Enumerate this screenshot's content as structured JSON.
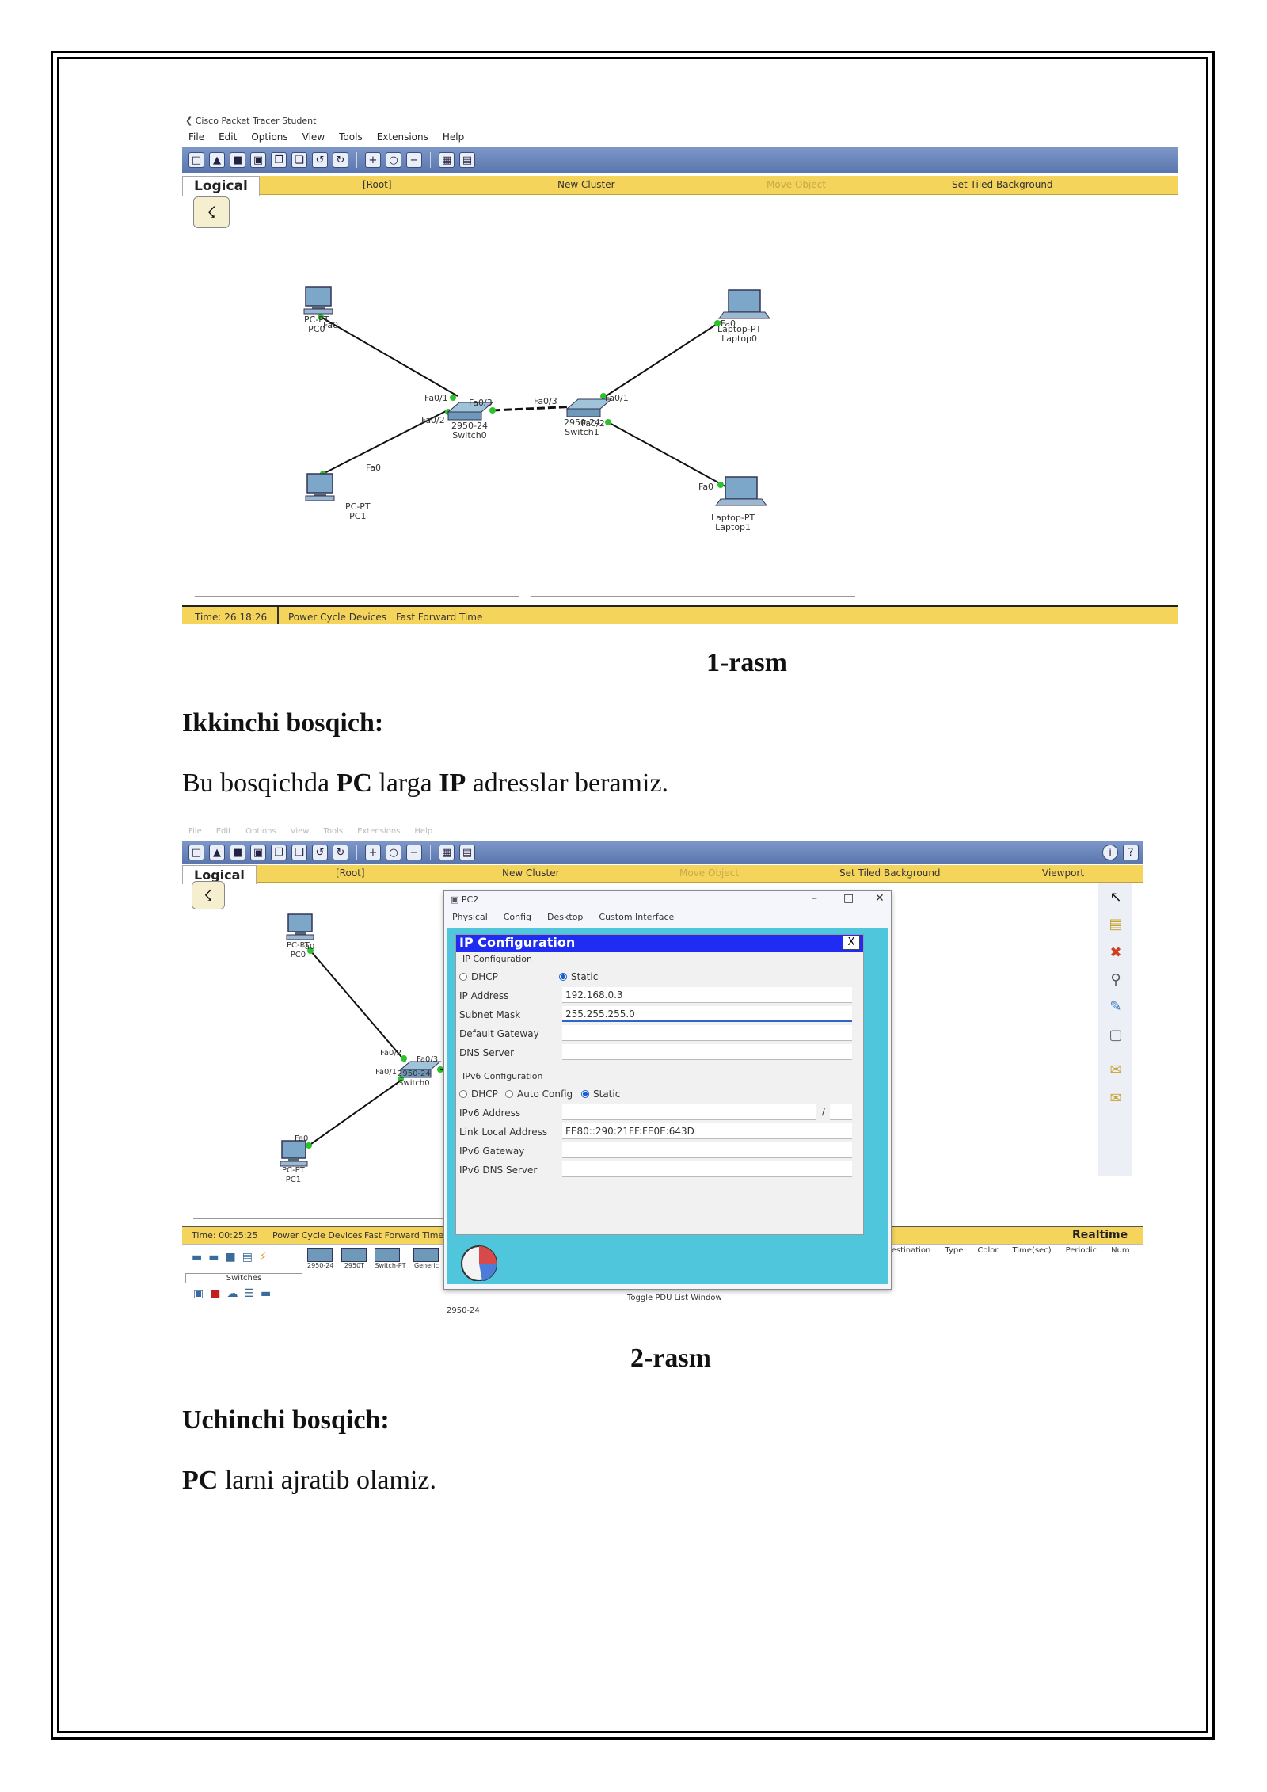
{
  "shot1": {
    "app_title": "Cisco Packet Tracer Student",
    "menu": [
      "File",
      "Edit",
      "Options",
      "View",
      "Tools",
      "Extensions",
      "Help"
    ],
    "tab_logical": "Logical",
    "bar": {
      "root": "[Root]",
      "new_cluster": "New Cluster",
      "move_object": "Move Object",
      "set_bg": "Set Tiled Background"
    },
    "devices": {
      "pc0": [
        "PC-PT",
        "PC0"
      ],
      "pc1": [
        "PC-PT",
        "PC1"
      ],
      "switch0": [
        "2950-24",
        "Switch0"
      ],
      "switch1": [
        "2950-24",
        "Switch1"
      ],
      "laptop0": [
        "Laptop-PT",
        "Laptop0"
      ],
      "laptop1": [
        "Laptop-PT",
        "Laptop1"
      ]
    },
    "ports": {
      "fa0": "Fa0",
      "fa01": "Fa0/1",
      "fa02": "Fa0/2",
      "fa03": "Fa0/3"
    },
    "status": {
      "time": "Time: 26:18:26",
      "power": "Power Cycle Devices",
      "fast": "Fast Forward Time"
    }
  },
  "caption1": "1-rasm",
  "heading2": "Ikkinchi bosqich:",
  "para2": {
    "pre": "Bu bosqichda ",
    "b1": "PC",
    "mid": " larga ",
    "b2": "IP",
    "post": " adresslar beramiz."
  },
  "shot2": {
    "menu": [
      "File",
      "Edit",
      "Options",
      "View",
      "Tools",
      "Extensions",
      "Help"
    ],
    "tab_logical": "Logical",
    "bar": {
      "root": "[Root]",
      "new_cluster": "New Cluster",
      "move_object": "Move Object",
      "set_bg": "Set Tiled Background",
      "viewport": "Viewport"
    },
    "devices": {
      "pc0": [
        "PC-PT",
        "PC0"
      ],
      "pc1": [
        "PC-PT",
        "PC1"
      ],
      "switch0": [
        "2950-24",
        "Switch0"
      ]
    },
    "status": {
      "time": "Time: 00:25:25",
      "power": "Power Cycle Devices",
      "fast": "Fast Forward Time",
      "realtime": "Realtime"
    },
    "bottom": {
      "category": "Switches",
      "model": "2950-24",
      "toggle": "Toggle PDU List Window",
      "models": [
        "2950-24",
        "2950T",
        "Switch-PT",
        "Generic"
      ]
    },
    "pdu_headers": [
      "Destination",
      "Type",
      "Color",
      "Time(sec)",
      "Periodic",
      "Num"
    ],
    "dialog": {
      "title": "PC2",
      "tabs": [
        "Physical",
        "Config",
        "Desktop",
        "Custom Interface"
      ],
      "ip_title": "IP Configuration",
      "close": "X",
      "section_ipv4": "IP Configuration",
      "dhcp": "DHCP",
      "static": "Static",
      "ip_label": "IP Address",
      "ip_value": "192.168.0.3",
      "mask_label": "Subnet Mask",
      "mask_value": "255.255.255.0",
      "gw_label": "Default Gateway",
      "dns_label": "DNS Server",
      "section_ipv6": "IPv6 Configuration",
      "auto": "Auto Config",
      "ipv6_label": "IPv6 Address",
      "ipv6_slash": "/",
      "lla_label": "Link Local Address",
      "lla_value": "FE80::290:21FF:FE0E:643D",
      "ipv6gw_label": "IPv6 Gateway",
      "ipv6dns_label": "IPv6 DNS Server"
    }
  },
  "caption2": "2-rasm",
  "heading3": "Uchinchi bosqich:",
  "para3": {
    "b1": "PC",
    "post": " larni ajratib olamiz."
  }
}
